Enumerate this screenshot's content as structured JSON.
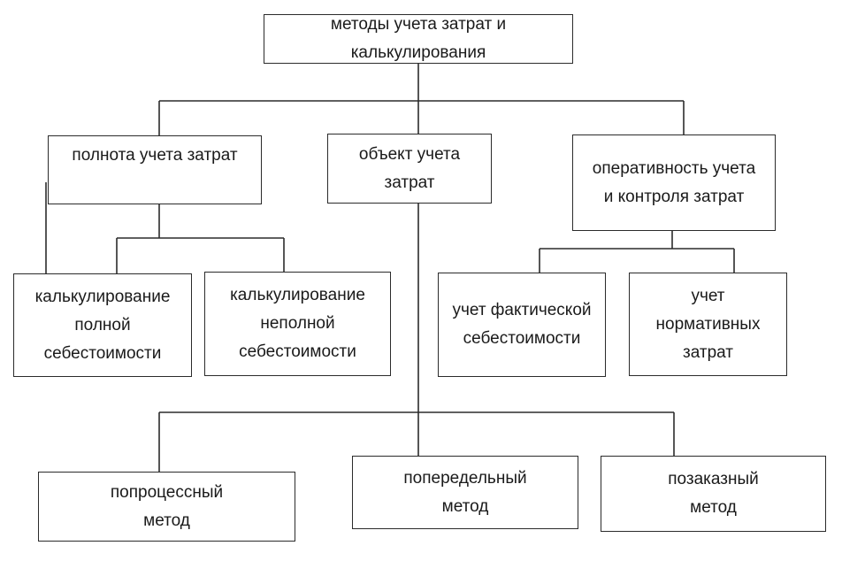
{
  "diagram": {
    "root": {
      "label": "методы учета затрат и калькулирования"
    },
    "categories": [
      {
        "label": "полнота учета затрат"
      },
      {
        "label": "объект учета затрат"
      },
      {
        "label": "оперативность учета и контроля затрат"
      }
    ],
    "completeness_methods": [
      {
        "label": "калькулирование полной себестоимости"
      },
      {
        "label": "калькулирование неполной себестоимости"
      }
    ],
    "operativeness_methods": [
      {
        "label": "учет фактической себестоимости"
      },
      {
        "label": "учет нормативных затрат"
      }
    ],
    "object_methods": [
      {
        "label": "попроцессный метод"
      },
      {
        "label": "попередельный метод"
      },
      {
        "label": "позаказный метод"
      }
    ]
  }
}
